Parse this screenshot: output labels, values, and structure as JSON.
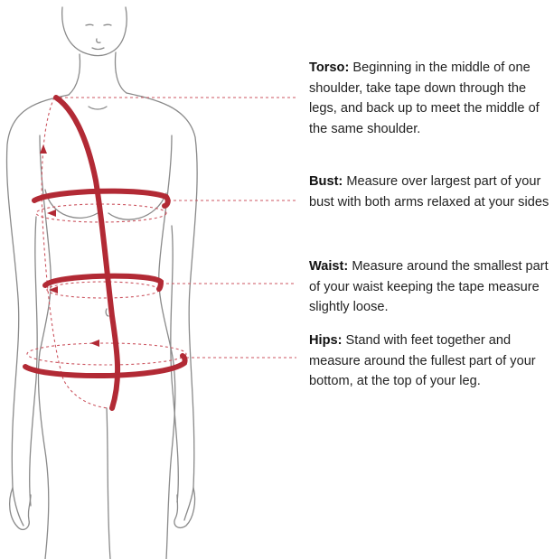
{
  "measurements": [
    {
      "term": "Torso:",
      "text": "Beginning in the middle of one shoulder, take tape down through the legs, and back up to meet the middle of the same shoulder."
    },
    {
      "term": "Bust:",
      "text": "Measure over largest part of your bust with both arms relaxed at your sides"
    },
    {
      "term": "Waist:",
      "text": "Measure around the smallest part of your waist keeping the tape measure slightly loose."
    },
    {
      "term": "Hips:",
      "text": "Stand with feet together and measure around the fullest part of your bottom, at the top of your leg."
    }
  ],
  "colors": {
    "tape": "#b22a35",
    "outline": "#8a8a8a",
    "guide": "#cc5560",
    "text": "#222222"
  }
}
